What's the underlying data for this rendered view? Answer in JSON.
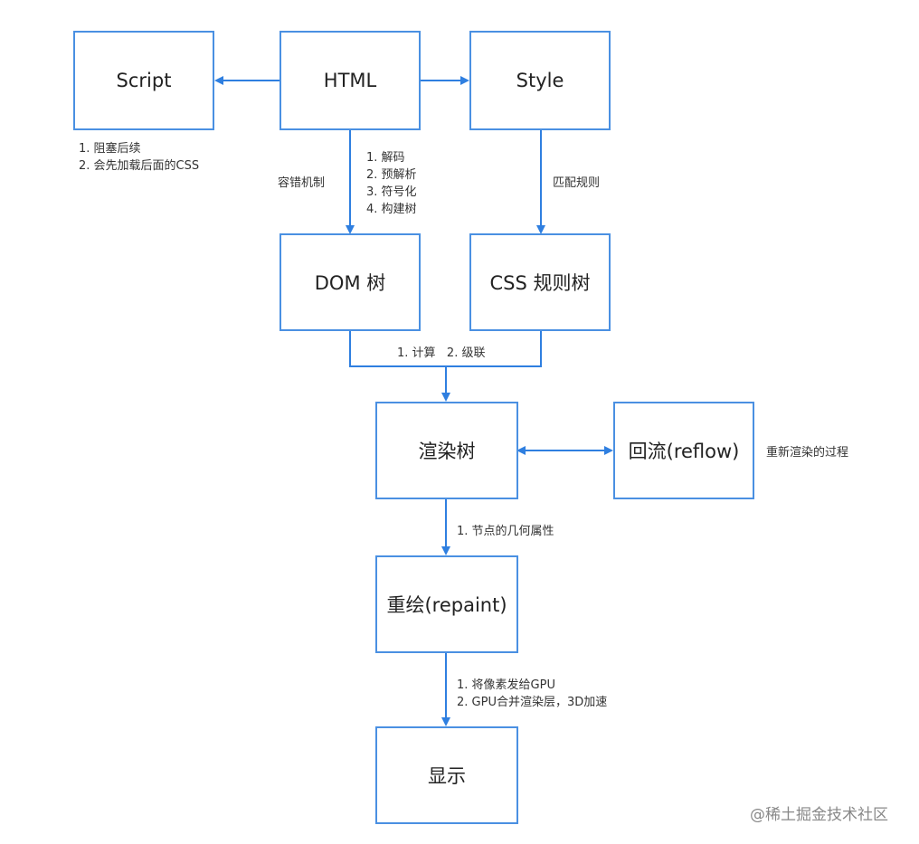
{
  "nodes": {
    "script": "Script",
    "html": "HTML",
    "style": "Style",
    "dom": "DOM 树",
    "css_rules": "CSS 规则树",
    "render_tree": "渲染树",
    "reflow": "回流(reflow)",
    "repaint": "重绘(repaint)",
    "display": "显示"
  },
  "notes": {
    "script": [
      "1. 阻塞后续",
      "2. 会先加载后面的CSS"
    ],
    "fault_tolerance": "容错机制",
    "html_to_dom": [
      "1. 解码",
      "2. 预解析",
      "3. 符号化",
      "4. 构建树"
    ],
    "match_rules": "匹配规则",
    "compute": "1. 计算   2. 级联",
    "reflow_desc": "重新渲染的过程",
    "render_to_repaint": "1. 节点的几何属性",
    "repaint_to_display": [
      "1. 将像素发给GPU",
      "2. GPU合并渲染层，3D加速"
    ]
  },
  "watermark": "@稀土掘金技术社区",
  "colors": {
    "line": "#2f7fe0",
    "box_border": "#4a90e2"
  }
}
